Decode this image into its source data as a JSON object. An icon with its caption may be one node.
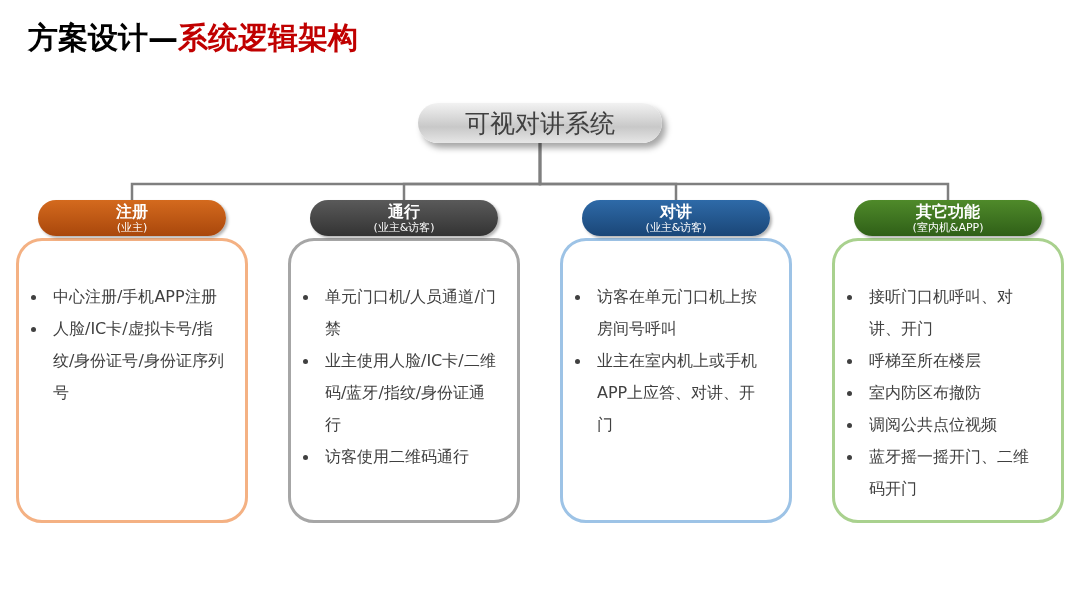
{
  "diagram": {
    "title": "方案设计—*系统逻辑架构*",
    "nodes": [
      {
        "text": [
          "可视对讲系统"
        ]
      },
      {
        "text": [
          "注册",
          "(业主)"
        ]
      },
      {
        "text": [
          "中心注册/手机APP注册",
          "人脸/IC卡/虚拟卡号/指纹/身份证号/身份证序列号"
        ]
      },
      {
        "text": [
          "通行",
          "(业主&访客)"
        ]
      },
      {
        "text": [
          "单元门口机/人员通道/门禁",
          "业主使用人脸/IC卡/二维码/蓝牙/指纹/身份证通行",
          "访客使用二维码通行"
        ]
      },
      {
        "text": [
          "对讲",
          "(业主&访客)"
        ]
      },
      {
        "text": [
          "访客在单元门口机上按房间号呼叫",
          "业主在室内机上或手机APP上应答、对讲、开门"
        ]
      },
      {
        "text": [
          "其它功能",
          "(室内机&APP)"
        ]
      },
      {
        "text": [
          "接听门口机呼叫、对讲、开门",
          "呼梯至所在楼层",
          "室内防区布撤防",
          "调阅公共点位视频",
          "蓝牙摇一摇开门、二维码开门"
        ]
      }
    ],
    "edges": [
      {
        "from": 0,
        "to": 1,
        "arrow": "none"
      },
      {
        "from": 0,
        "to": 3,
        "arrow": "none"
      },
      {
        "from": 0,
        "to": 5,
        "arrow": "none"
      },
      {
        "from": 0,
        "to": 7,
        "arrow": "none"
      }
    ]
  }
}
